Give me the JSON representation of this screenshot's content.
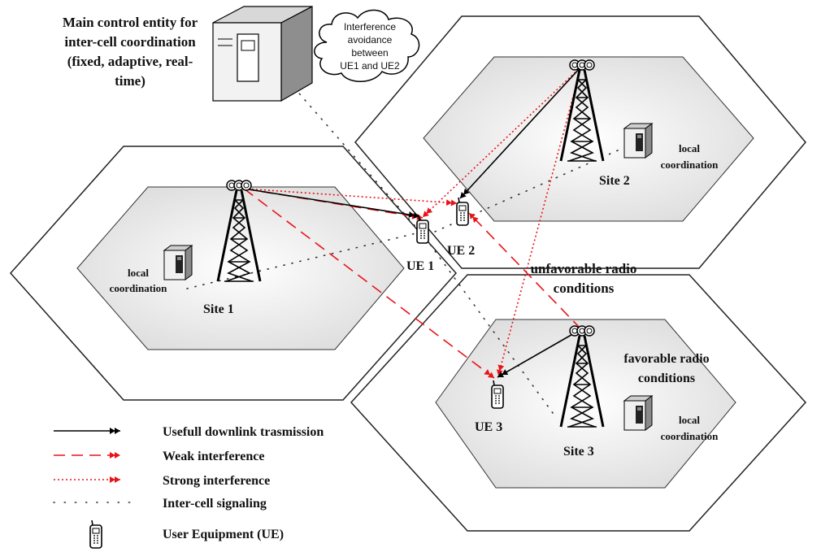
{
  "main_control": {
    "line1": "Main control entity for",
    "line2": "inter-cell coordination",
    "line3": "(fixed, adaptive, real-",
    "line4": "time)"
  },
  "cloud": {
    "line1": "Interference",
    "line2": "avoidance",
    "line3": "between",
    "line4": "UE1 and UE2"
  },
  "sites": {
    "site1": "Site 1",
    "site2": "Site 2",
    "site3": "Site 3"
  },
  "local_coord": {
    "line1": "local",
    "line2": "coordination"
  },
  "ues": {
    "ue1": "UE 1",
    "ue2": "UE 2",
    "ue3": "UE 3"
  },
  "conditions": {
    "unfavorable_line1": "unfavorable radio",
    "unfavorable_line2": "conditions",
    "favorable_line1": "favorable radio",
    "favorable_line2": "conditions"
  },
  "legend": {
    "useful": "Usefull downlink trasmission",
    "weak": "Weak interference",
    "strong": "Strong interference",
    "signaling": "Inter-cell signaling",
    "ue": "User Equipment (UE)"
  },
  "colors": {
    "useful": "#000000",
    "interference": "#e8141a",
    "hex_fill": "#e6e6e6",
    "hex_stroke": "#222222"
  },
  "icons": [
    "tower-icon",
    "server-icon",
    "phone-icon",
    "cloud-icon"
  ]
}
